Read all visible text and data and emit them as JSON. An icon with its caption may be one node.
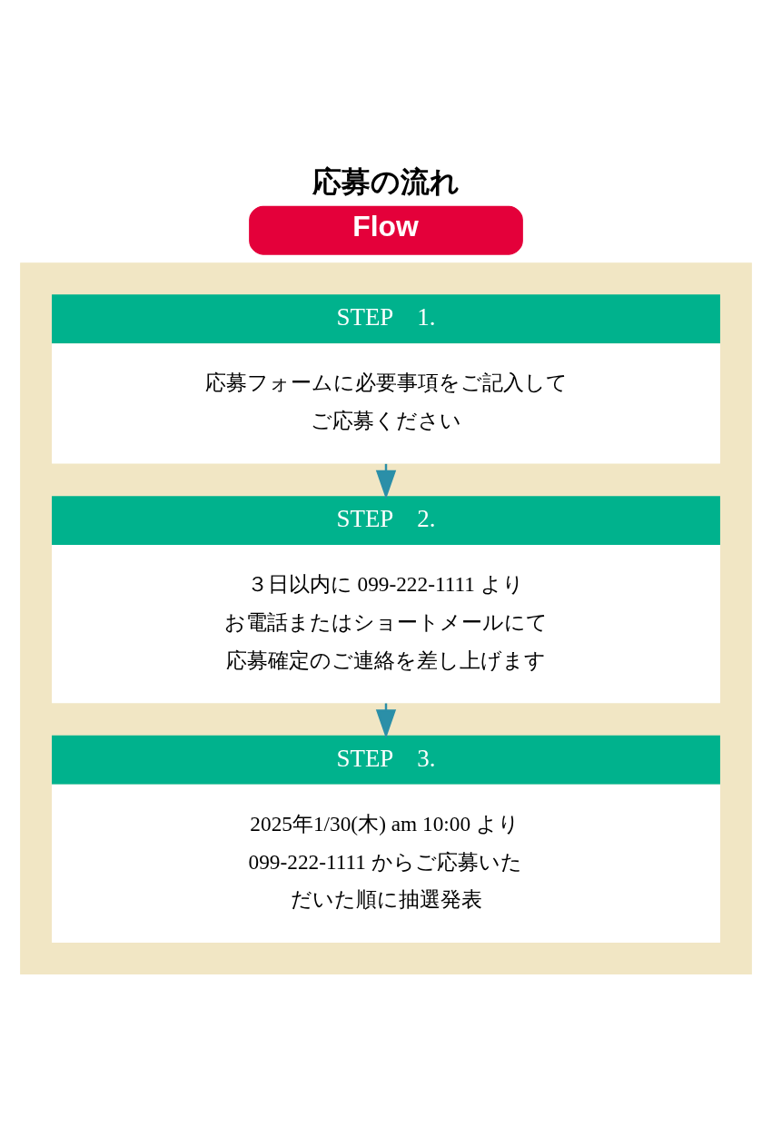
{
  "diagram": {
    "title": "応募の流れ",
    "nodes": [
      {
        "text": [
          "Flow"
        ]
      },
      {
        "text": [],
        "shape": "box"
      },
      {
        "text": [
          "STEP　1.",
          "応募フォームに必要事項をご記入してご応募ください"
        ],
        "in": 1
      },
      {
        "text": [
          "STEP　2.",
          "３日以内に 099-222-1111 よりお電話またはショートメールにて応募確定のご連絡を差し上げます"
        ],
        "in": 1
      },
      {
        "text": [
          "STEP　3.",
          "2025年1/30(木) am 10:00 より099-222-1111 からご応募いただいた順に抽選発表"
        ],
        "in": 1
      }
    ],
    "edges": [
      {
        "from": 2,
        "to": 3,
        "arrow": "to"
      },
      {
        "from": 3,
        "to": 4,
        "arrow": "to"
      }
    ]
  }
}
